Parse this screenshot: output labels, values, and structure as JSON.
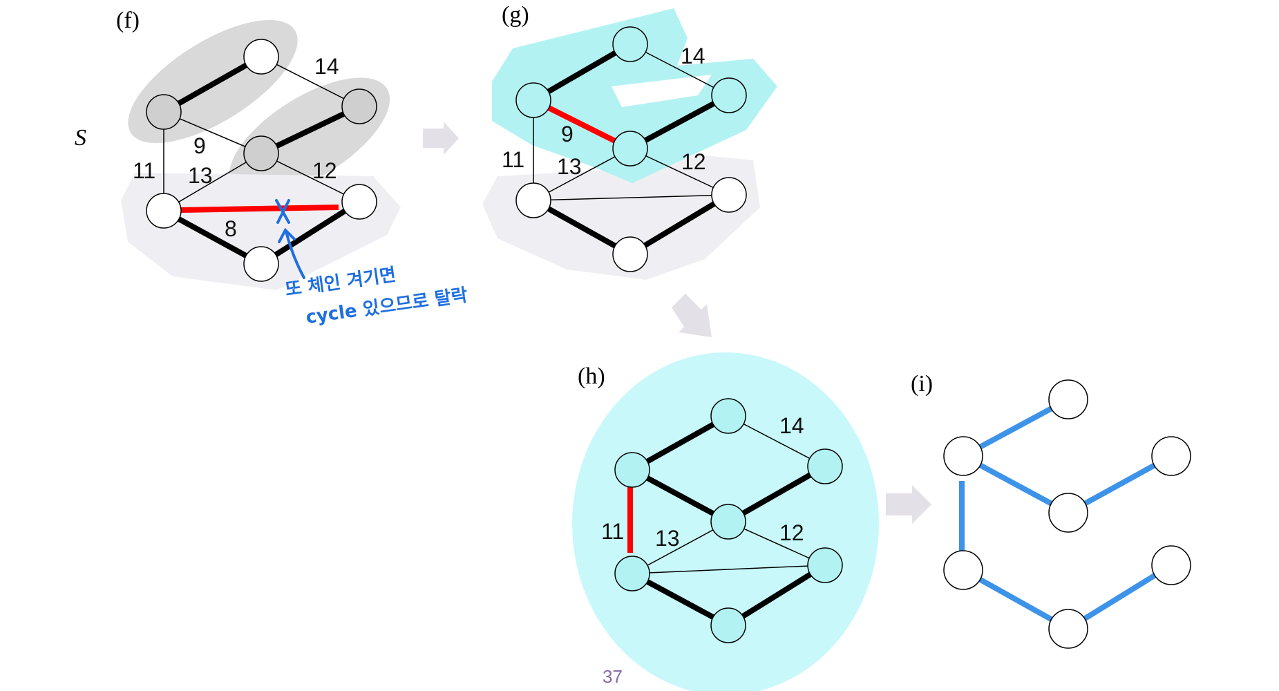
{
  "page_number": "37",
  "colors": {
    "gray_region": "#d9d9d9",
    "light_region": "#efeef2",
    "cyan_region": "#b3f2f2",
    "cyan_oval": "#c8f8fa",
    "mst_edge": "#000000",
    "candidate_edge": "#ff0000",
    "final_edge": "#3d93e8",
    "note": "#1f6fe0",
    "arrow": "#e4e0e8",
    "page_number": "#8a6aa8"
  },
  "panels": {
    "f": {
      "label": "(f)",
      "set_label": "S",
      "weights": {
        "w14": "14",
        "w9": "9",
        "w11": "11",
        "w13": "13",
        "w12": "12",
        "w8": "8"
      },
      "annotation": {
        "line1": "또 체인 겨기면",
        "line2": "cycle 있으므로 탈락"
      }
    },
    "g": {
      "label": "(g)",
      "weights": {
        "w14": "14",
        "w9": "9",
        "w11": "11",
        "w13": "13",
        "w12": "12"
      }
    },
    "h": {
      "label": "(h)",
      "weights": {
        "w14": "14",
        "w11": "11",
        "w13": "13",
        "w12": "12"
      }
    },
    "i": {
      "label": "(i)"
    }
  }
}
